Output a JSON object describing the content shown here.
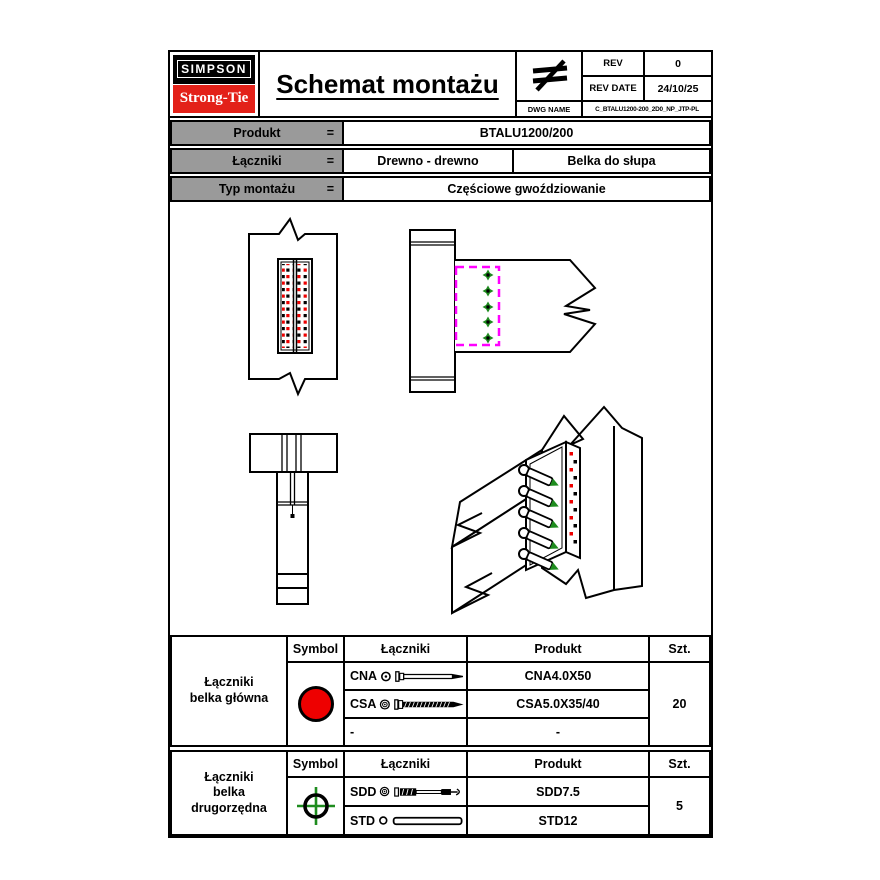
{
  "header": {
    "logo": {
      "top": "SIMPSON",
      "bottom": "Strong-Tie"
    },
    "title": "Schemat montażu",
    "projection_symbol": "not-equal-projection-icon",
    "rev": {
      "label": "REV",
      "value": "0"
    },
    "rev_date": {
      "label": "REV DATE",
      "value": "24/10/25"
    },
    "dwg": {
      "label": "DWG NAME",
      "value": "C_BTALU1200-200_2D0_NP_JTP-PL"
    }
  },
  "product_info": {
    "produkt": {
      "label": "Produkt",
      "eq": "=",
      "value": "BTALU1200/200"
    },
    "laczniki": {
      "label": "Łączniki",
      "eq": "=",
      "value_left": "Drewno - drewno",
      "value_right": "Belka do słupa"
    },
    "typ": {
      "label": "Typ montażu",
      "eq": "=",
      "value": "Częściowe gwoździowanie"
    }
  },
  "drawing": {
    "views": [
      "front-view",
      "side-view",
      "top-view",
      "isometric-view"
    ],
    "colors": {
      "fastener_red": "#ee0000",
      "fastener_green": "#1e8c1e",
      "plate_outline_magenta": "#ff00ff",
      "line_black": "#000000"
    }
  },
  "table_main": {
    "row_label": "Łączniki\nbelka główna",
    "col_symbol": "Symbol",
    "col_laczniki": "Łączniki",
    "col_produkt": "Produkt",
    "col_qty": "Szt.",
    "symbol": "red-circle",
    "symbol_color": "#ee0000",
    "rows": [
      {
        "code": "CNA",
        "product": "CNA4.0X50"
      },
      {
        "code": "CSA",
        "product": "CSA5.0X35/40"
      },
      {
        "code": "-",
        "product": "-"
      }
    ],
    "qty": "20"
  },
  "table_secondary": {
    "row_label": "Łączniki\nbelka\ndrugorzędna",
    "col_symbol": "Symbol",
    "col_laczniki": "Łączniki",
    "col_produkt": "Produkt",
    "col_qty": "Szt.",
    "symbol": "green-crosshair-circle",
    "symbol_color": "#1e8c1e",
    "rows": [
      {
        "code": "SDD",
        "product": "SDD7.5"
      },
      {
        "code": "STD",
        "product": "STD12"
      }
    ],
    "qty": "5"
  }
}
